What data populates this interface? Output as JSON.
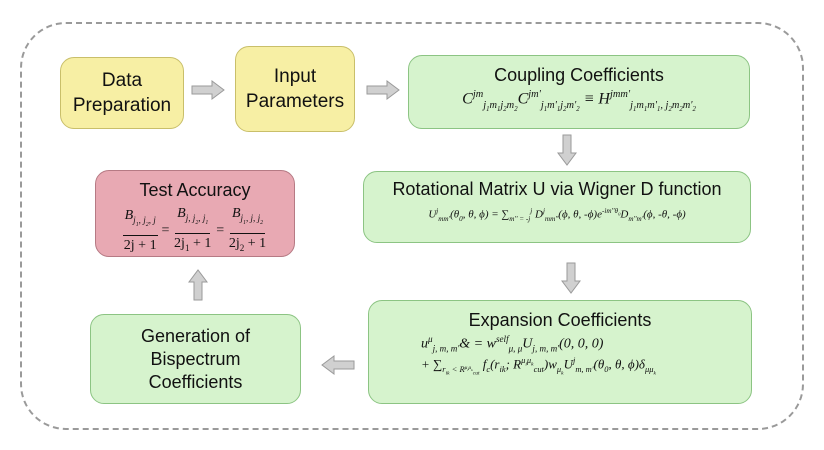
{
  "boxes": {
    "data_preparation": {
      "line1": "Data",
      "line2": "Preparation"
    },
    "input_parameters": {
      "line1": "Input",
      "line2": "Parameters"
    },
    "coupling": {
      "title": "Coupling Coefficients"
    },
    "rotational": {
      "title": "Rotational Matrix U via Wigner D function"
    },
    "expansion": {
      "title": "Expansion Coefficients"
    },
    "generation": {
      "line1": "Generation of",
      "line2": "Bispectrum",
      "line3": "Coefficients"
    },
    "test_accuracy": {
      "title": "Test Accuracy"
    }
  },
  "colors": {
    "yellow": "#f7efa4",
    "green": "#d6f3cd",
    "pink": "#e8a9b3",
    "arrow": "#d0d0d0"
  }
}
